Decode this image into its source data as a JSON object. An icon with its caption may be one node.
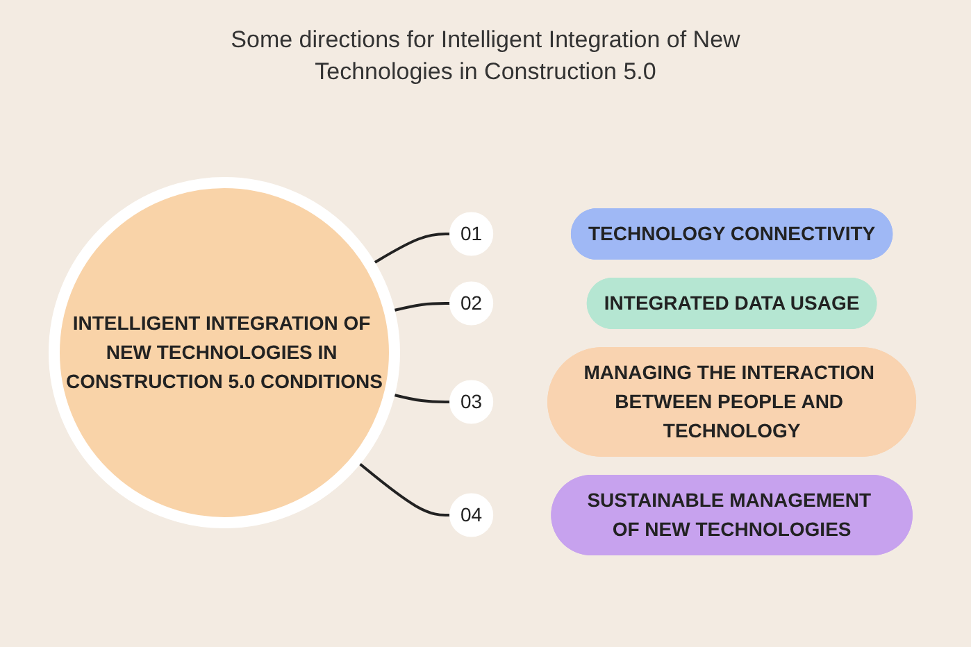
{
  "diagram": {
    "title": "Some directions for Intelligent Integration of New Technologies in Construction 5.0",
    "nodes": [
      {
        "text": [
          "INTELLIGENT INTEGRATION OF NEW TECHNOLOGIES IN CONSTRUCTION 5.0 CONDITIONS"
        ]
      },
      {
        "text": [
          "01"
        ]
      },
      {
        "text": [
          "TECHNOLOGY CONNECTIVITY"
        ]
      },
      {
        "text": [
          "02"
        ]
      },
      {
        "text": [
          "INTEGRATED DATA USAGE"
        ]
      },
      {
        "text": [
          "03"
        ]
      },
      {
        "text": [
          "MANAGING THE INTERACTION BETWEEN PEOPLE AND TECHNOLOGY"
        ]
      },
      {
        "text": [
          "04"
        ]
      },
      {
        "text": [
          "SUSTAINABLE MANAGEMENT OF NEW TECHNOLOGIES"
        ]
      }
    ],
    "edges": [
      {
        "from": 0,
        "to": 1,
        "arrow": "none"
      },
      {
        "from": 0,
        "to": 3,
        "arrow": "none"
      },
      {
        "from": 0,
        "to": 5,
        "arrow": "none"
      },
      {
        "from": 0,
        "to": 7,
        "arrow": "none"
      }
    ]
  }
}
